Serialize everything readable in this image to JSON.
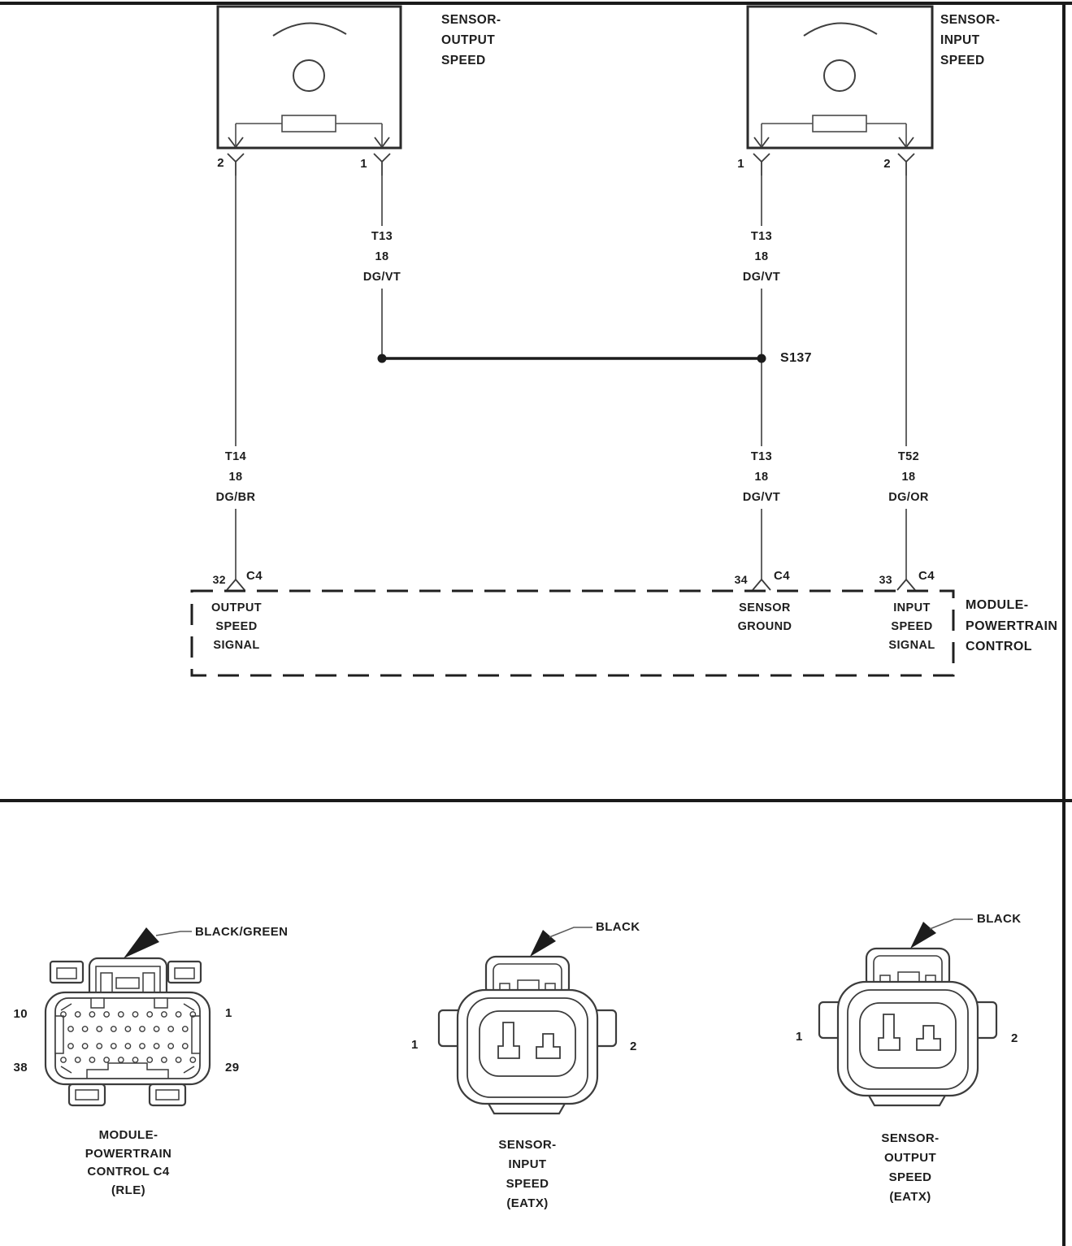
{
  "page": {
    "bg": "#ffffff",
    "ink": "#1d1d1d",
    "line": "#2b2b2b"
  },
  "top_diagram": {
    "sensor_output": {
      "name_lines": [
        "SENSOR-",
        "OUTPUT",
        "SPEED"
      ],
      "pin_left": "2",
      "pin_right": "1"
    },
    "sensor_input": {
      "name_lines": [
        "SENSOR-",
        "INPUT",
        "SPEED"
      ],
      "pin_left": "1",
      "pin_right": "2"
    },
    "wires": {
      "output_signal_upper": {
        "circuit": "T13",
        "gauge": "18",
        "color": "DG/VT"
      },
      "ground_upper": {
        "circuit": "T13",
        "gauge": "18",
        "color": "DG/VT"
      },
      "output_signal_lower": {
        "circuit": "T14",
        "gauge": "18",
        "color": "DG/BR"
      },
      "ground_lower": {
        "circuit": "T13",
        "gauge": "18",
        "color": "DG/VT"
      },
      "input_signal_lower": {
        "circuit": "T52",
        "gauge": "18",
        "color": "DG/OR"
      }
    },
    "splice": {
      "label": "S137"
    },
    "module": {
      "pin_output": {
        "num": "32",
        "conn": "C4",
        "fn_lines": [
          "OUTPUT",
          "SPEED",
          "SIGNAL"
        ]
      },
      "pin_ground": {
        "num": "34",
        "conn": "C4",
        "fn_lines": [
          "SENSOR",
          "GROUND"
        ]
      },
      "pin_input": {
        "num": "33",
        "conn": "C4",
        "fn_lines": [
          "INPUT",
          "SPEED",
          "SIGNAL"
        ]
      },
      "name_lines": [
        "MODULE-",
        "POWERTRAIN",
        "CONTROL"
      ]
    }
  },
  "connector_views": {
    "pcm": {
      "wire_color": "BLACK/GREEN",
      "pin_top_left": "10",
      "pin_top_right": "1",
      "pin_bottom_left": "38",
      "pin_bottom_right": "29",
      "caption_lines": [
        "MODULE-",
        "POWERTRAIN",
        "CONTROL C4",
        "(RLE)"
      ]
    },
    "sensor_input": {
      "wire_color": "BLACK",
      "pin_left": "1",
      "pin_right": "2",
      "caption_lines": [
        "SENSOR-",
        "INPUT",
        "SPEED",
        "(EATX)"
      ]
    },
    "sensor_output": {
      "wire_color": "BLACK",
      "pin_left": "1",
      "pin_right": "2",
      "caption_lines": [
        "SENSOR-",
        "OUTPUT",
        "SPEED",
        "(EATX)"
      ]
    }
  }
}
